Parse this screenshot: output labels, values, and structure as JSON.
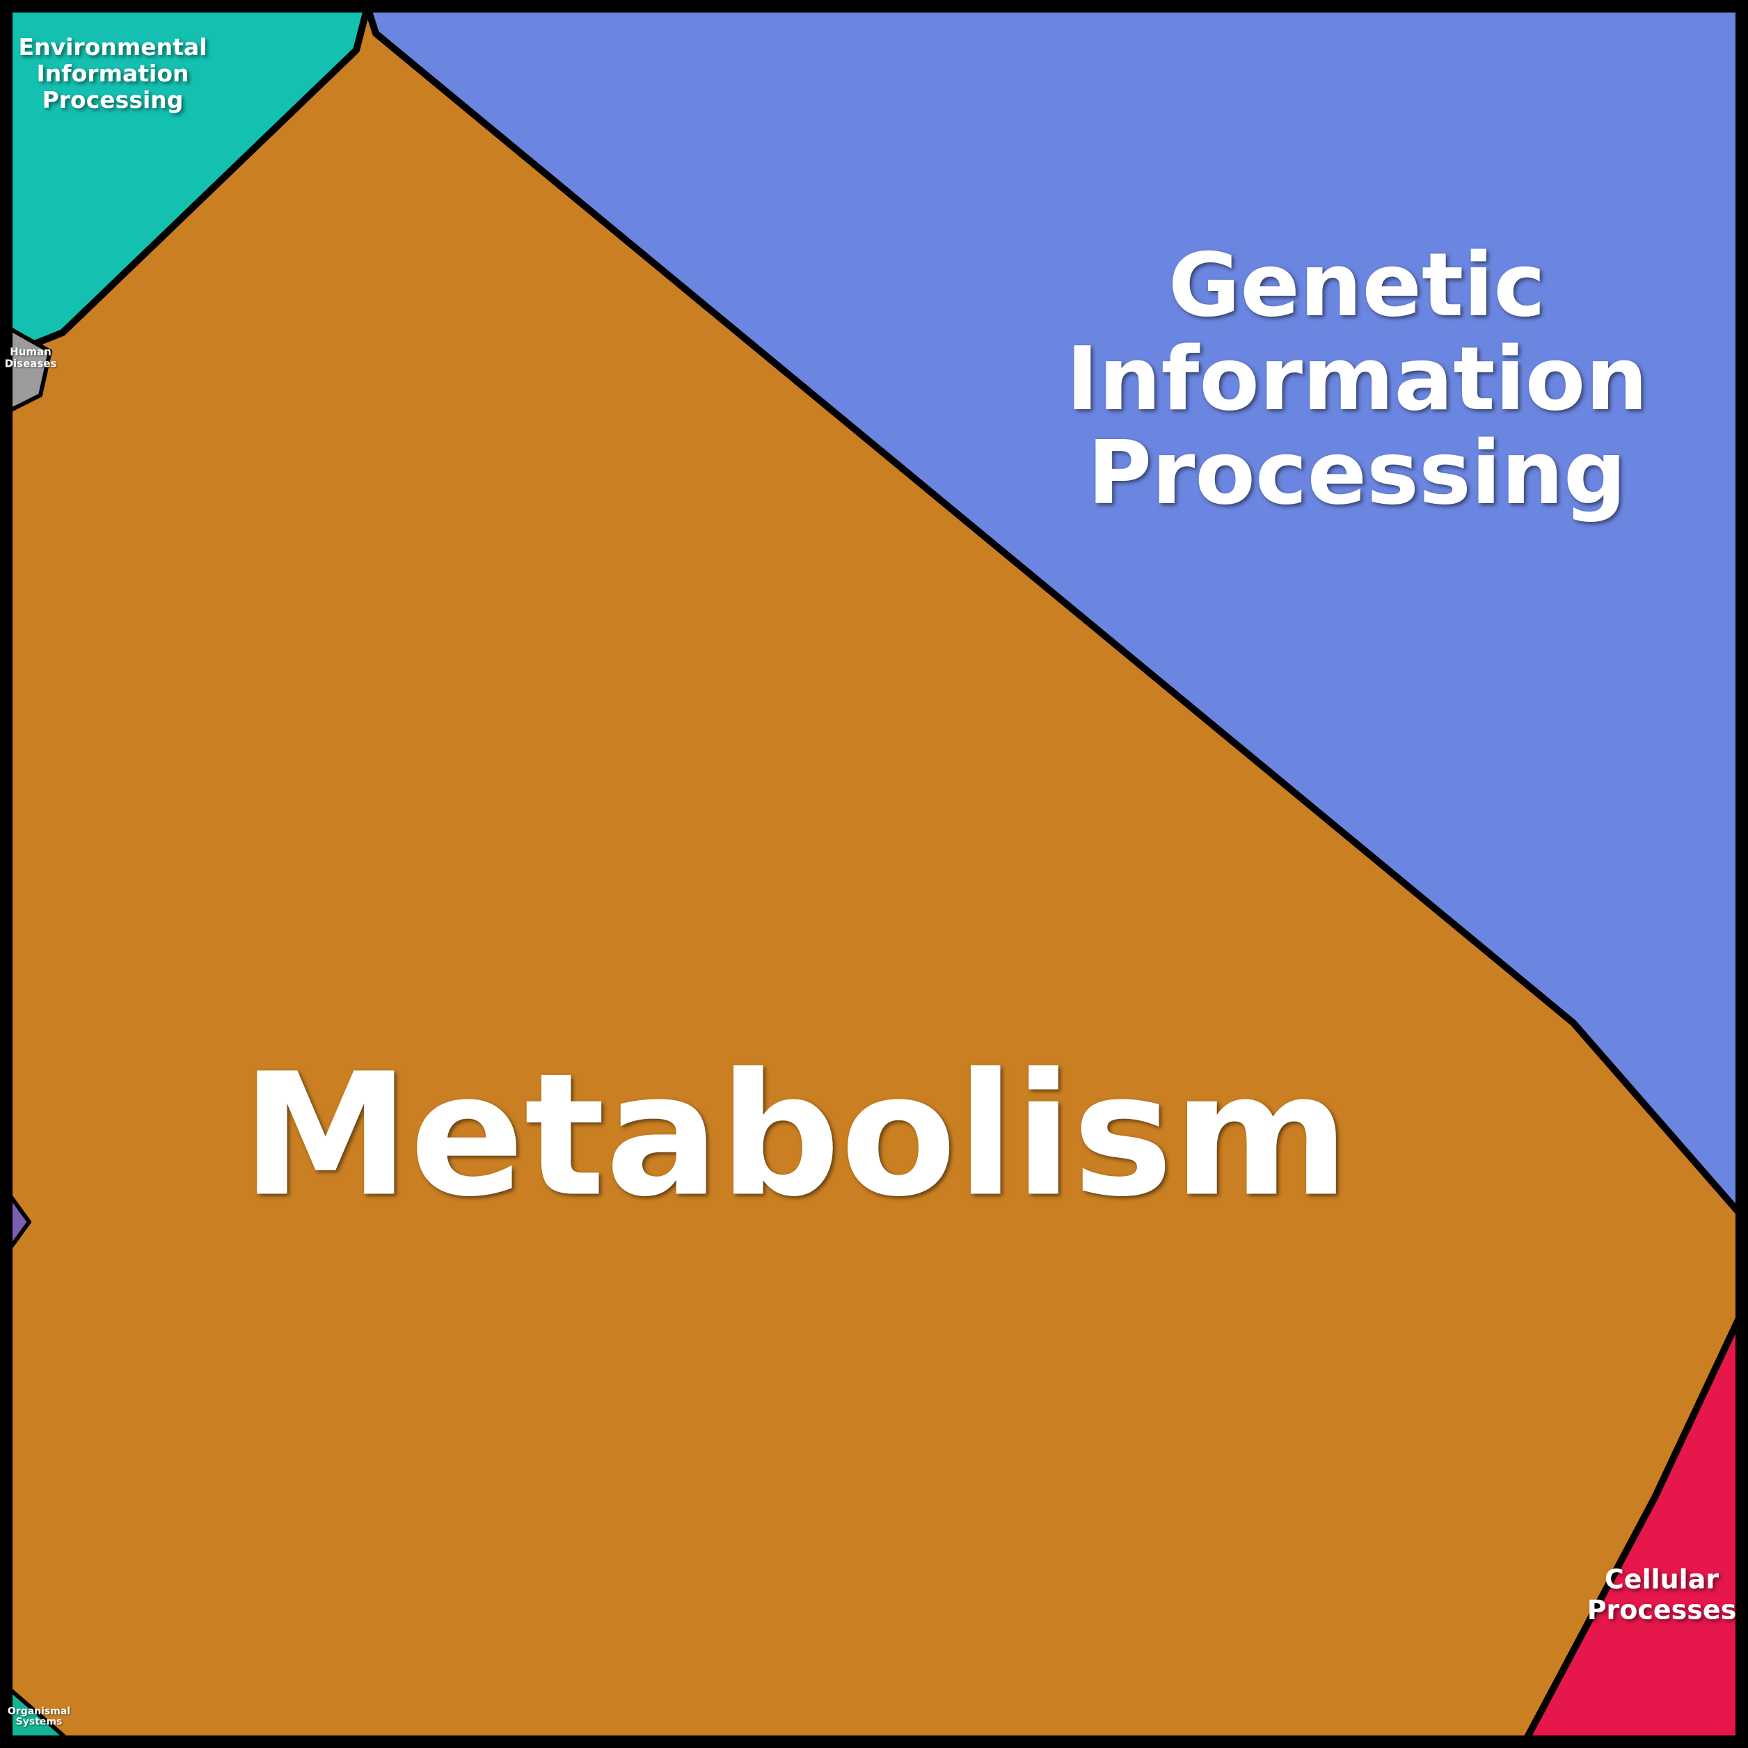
{
  "chart_data": {
    "type": "treemap",
    "style": "voronoi-treemap",
    "title": "",
    "legend": "none",
    "border_color": "#000000",
    "text_color": "#ffffff",
    "regions": [
      {
        "label": "Metabolism",
        "label_lines": "Metabolism",
        "color": "#c97f22",
        "area_pct": 54
      },
      {
        "label": "Genetic Information Processing",
        "label_lines": "Genetic\nInformation\nProcessing",
        "color": "#6b86e0",
        "area_pct": 29
      },
      {
        "label": "Environmental Information Processing",
        "label_lines": "Environmental\nInformation\nProcessing",
        "color": "#14c1b1",
        "area_pct": 3.3
      },
      {
        "label": "Cellular Processes",
        "label_lines": "Cellular\nProcesses",
        "color": "#e6174b",
        "area_pct": 3.4
      },
      {
        "label": "Human Diseases",
        "label_lines": "Human\nDiseases",
        "color": "#9b9b9b",
        "area_pct": 0.4
      },
      {
        "label": "Organismal Systems",
        "label_lines": "Organismal\nSystems",
        "color": "#12b495",
        "area_pct": 0.2
      },
      {
        "label": "",
        "label_lines": "",
        "color": "#7d5fb2",
        "area_pct": 0.1
      }
    ]
  }
}
